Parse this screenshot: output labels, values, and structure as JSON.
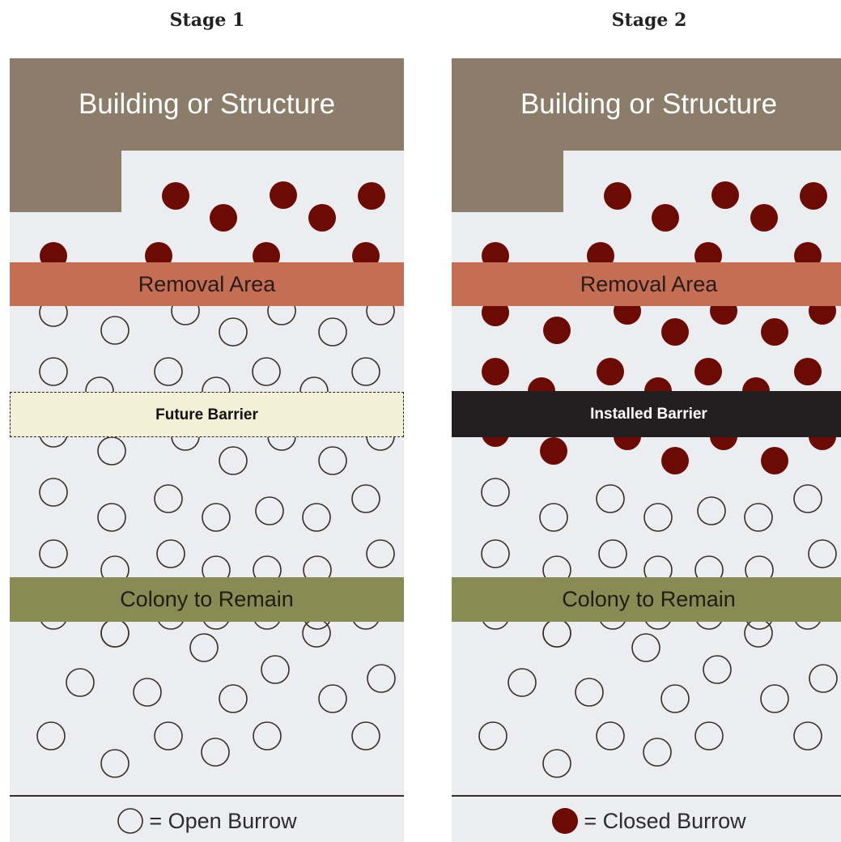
{
  "stage1": {
    "title": "Stage 1",
    "building_label": "Building or Structure",
    "removal_label": "Removal Area",
    "barrier_label": "Future Barrier",
    "colony_label": "Colony to Remain",
    "legend_text": "= Open Burrow",
    "legend_icon": "open-burrow-icon"
  },
  "stage2": {
    "title": "Stage 2",
    "building_label": "Building or Structure",
    "removal_label": "Removal Area",
    "barrier_label": "Installed Barrier",
    "colony_label": "Colony to Remain",
    "legend_text": "= Closed Burrow",
    "legend_icon": "closed-burrow-icon"
  },
  "colors": {
    "building": "#8b7d69",
    "removal_area": "#c46e56",
    "colony": "#8a8a55",
    "future_barrier": "#f4f0d8",
    "installed_barrier": "#231f20",
    "closed_burrow": "#6b0b04",
    "open_burrow_stroke": "#3a2d25",
    "panel_background": "#ecedf1"
  }
}
